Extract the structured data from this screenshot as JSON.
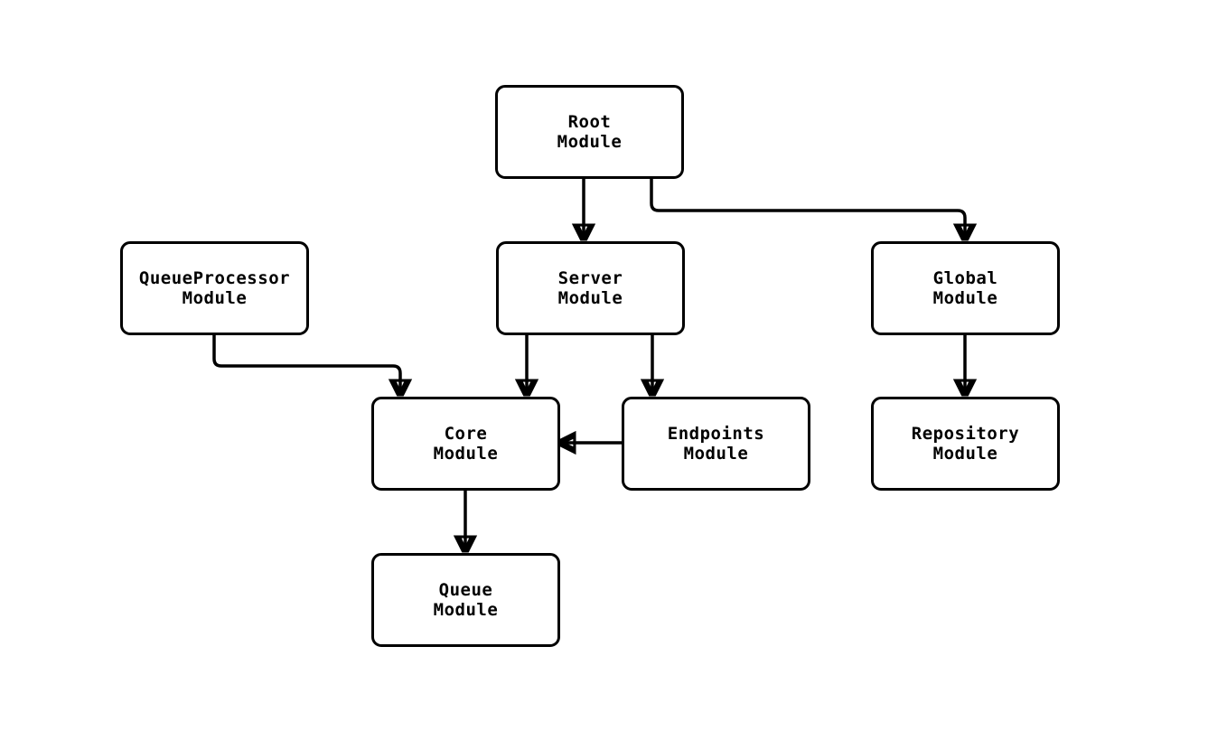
{
  "diagram": {
    "type": "module-dependency-flowchart",
    "background_color": "#ffffff",
    "node_fill_color": "#ffffff",
    "stroke_color": "#000000",
    "text_color": "#000000",
    "nodes": [
      {
        "id": "root",
        "label": "Root\nModule"
      },
      {
        "id": "queueprocessor",
        "label": "QueueProcessor\nModule"
      },
      {
        "id": "server",
        "label": "Server\nModule"
      },
      {
        "id": "global",
        "label": "Global\nModule"
      },
      {
        "id": "core",
        "label": "Core\nModule"
      },
      {
        "id": "endpoints",
        "label": "Endpoints\nModule"
      },
      {
        "id": "repository",
        "label": "Repository\nModule"
      },
      {
        "id": "queue",
        "label": "Queue\nModule"
      }
    ],
    "edges": [
      {
        "from": "root",
        "to": "server"
      },
      {
        "from": "root",
        "to": "global"
      },
      {
        "from": "queueprocessor",
        "to": "core"
      },
      {
        "from": "server",
        "to": "core"
      },
      {
        "from": "server",
        "to": "endpoints"
      },
      {
        "from": "endpoints",
        "to": "core"
      },
      {
        "from": "global",
        "to": "repository"
      },
      {
        "from": "core",
        "to": "queue"
      }
    ]
  }
}
